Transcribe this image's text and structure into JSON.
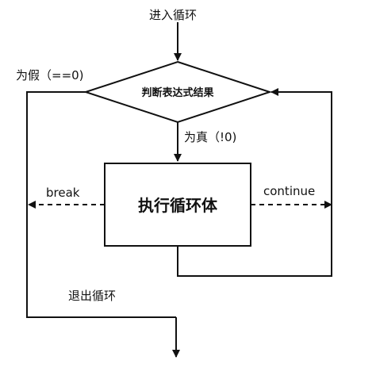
{
  "labels": {
    "enter_loop": "进入循环",
    "condition": "判断表达式结果",
    "false_branch": "为假（==0)",
    "true_branch": "为真（!0)",
    "loop_body": "执行循环体",
    "break_label": "break",
    "continue_label": "continue",
    "exit_loop": "退出循环"
  }
}
